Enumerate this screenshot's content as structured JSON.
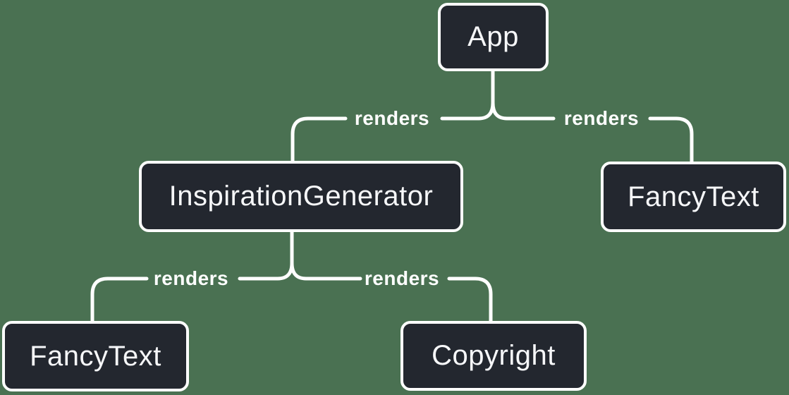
{
  "diagram": {
    "type": "component-tree",
    "colors": {
      "bg": "#4a7152",
      "node-fill": "#23272f",
      "node-border": "#ffffff",
      "text": "#f6f7f9",
      "line": "#ffffff"
    },
    "nodes": [
      {
        "id": "app",
        "label": "App"
      },
      {
        "id": "inspiration-generator",
        "label": "InspirationGenerator"
      },
      {
        "id": "fancy-text-right",
        "label": "FancyText"
      },
      {
        "id": "fancy-text-left",
        "label": "FancyText"
      },
      {
        "id": "copyright",
        "label": "Copyright"
      }
    ],
    "edges": [
      {
        "from": "App",
        "to": "InspirationGenerator",
        "label": "renders"
      },
      {
        "from": "App",
        "to": "FancyText",
        "label": "renders"
      },
      {
        "from": "InspirationGenerator",
        "to": "FancyText",
        "label": "renders"
      },
      {
        "from": "InspirationGenerator",
        "to": "Copyright",
        "label": "renders"
      }
    ]
  }
}
